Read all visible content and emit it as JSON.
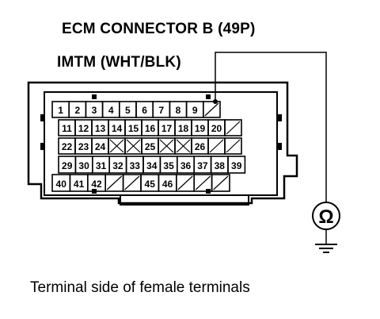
{
  "diagram": {
    "title": "ECM CONNECTOR B (49P)",
    "wire_label": "IMTM (WHT/BLK)",
    "caption": "Terminal side of female terminals",
    "meter_symbol": "Ω",
    "rows": [
      [
        "1",
        "2",
        "3",
        "4",
        "5",
        "6",
        "7",
        "8",
        "9",
        "/"
      ],
      [
        "11",
        "12",
        "13",
        "14",
        "15",
        "16",
        "17",
        "18",
        "19",
        "20",
        "/"
      ],
      [
        "22",
        "23",
        "24",
        "X",
        "X",
        "25",
        "X",
        "X",
        "26",
        "/",
        "/"
      ],
      [
        "29",
        "30",
        "31",
        "32",
        "33",
        "34",
        "35",
        "36",
        "37",
        "38",
        "39"
      ],
      [
        "40",
        "41",
        "42",
        "/",
        "/",
        "45",
        "46",
        "/",
        "/",
        "/"
      ]
    ]
  }
}
